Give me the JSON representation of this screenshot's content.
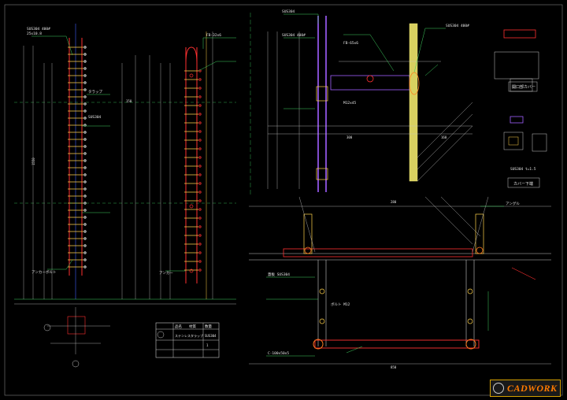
{
  "drawing": {
    "left_callouts": [
      "SUS304 400#",
      "25x10.8"
    ],
    "ladder_labels": [
      "SUS304",
      "タラップ",
      "アンカーボルト"
    ],
    "rail_labels": [
      "FB-32x6",
      "アンカー"
    ],
    "title_block": {
      "row1": [
        "品名",
        "材質",
        "数量"
      ],
      "row2": [
        "ステンレスタラップ",
        "SUS304",
        "1"
      ]
    },
    "top_detail_labels": [
      "SUS304",
      "SUS304 400#",
      "FB-65x6",
      "SUS304 400#",
      "M12x45"
    ],
    "right_panel": {
      "label_cover": "開口部カバー",
      "label_detail": "カバー下端",
      "note": "SUS304 t=1.5"
    },
    "bottom_section_labels": [
      "蓋板 SUS304",
      "C-100x50x5",
      "アングル",
      "ボルト M12"
    ],
    "dims": [
      "150",
      "300",
      "1550",
      "850",
      "280",
      "160"
    ]
  },
  "brand": {
    "logo_text": "CADWORK",
    "logo_icon": "cadwork-logo-icon"
  }
}
